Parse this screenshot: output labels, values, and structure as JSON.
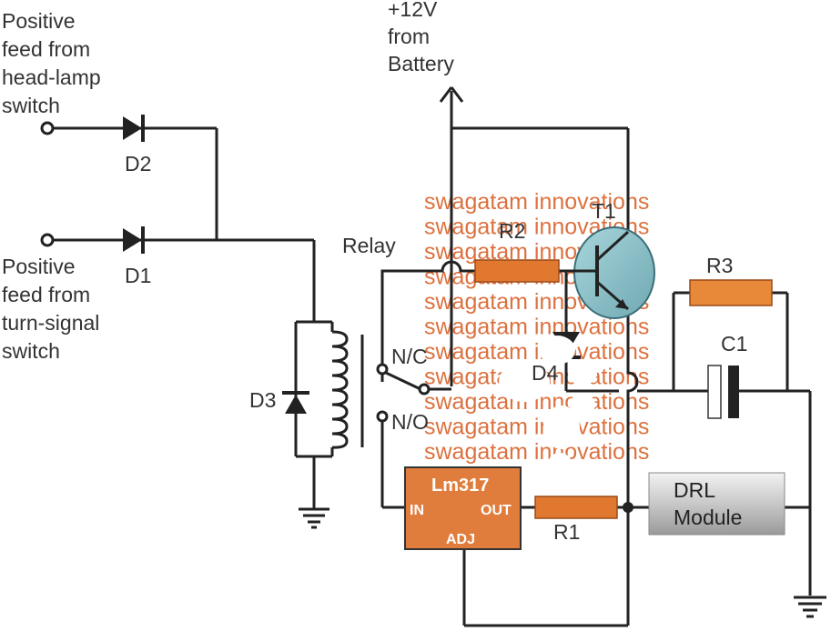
{
  "labels": {
    "headlamp_feed": [
      "Positive",
      "feed from",
      "head-lamp",
      "switch"
    ],
    "turnsignal_feed": [
      "Positive",
      "feed from",
      "turn-signal",
      "switch"
    ],
    "battery": [
      "+12V",
      "from",
      "Battery"
    ],
    "d1": "D1",
    "d2": "D2",
    "d3": "D3",
    "d4": "D4",
    "relay": "Relay",
    "nc": "N/C",
    "no": "N/O",
    "r1": "R1",
    "r2": "R2",
    "r3": "R3",
    "c1": "C1",
    "t1": "T1",
    "lm317": {
      "name": "Lm317",
      "in": "IN",
      "out": "OUT",
      "adj": "ADJ"
    },
    "drl": [
      "DRL",
      "Module"
    ]
  },
  "watermark": {
    "text": "swagatam innovations",
    "repeat": 11
  },
  "colors": {
    "wire": "#222222",
    "resistor": "#e07830",
    "watermark": "#d9622a",
    "transistor": "#8fc4cc",
    "ic": "#e07c3c",
    "module": "#c8c8c8"
  }
}
